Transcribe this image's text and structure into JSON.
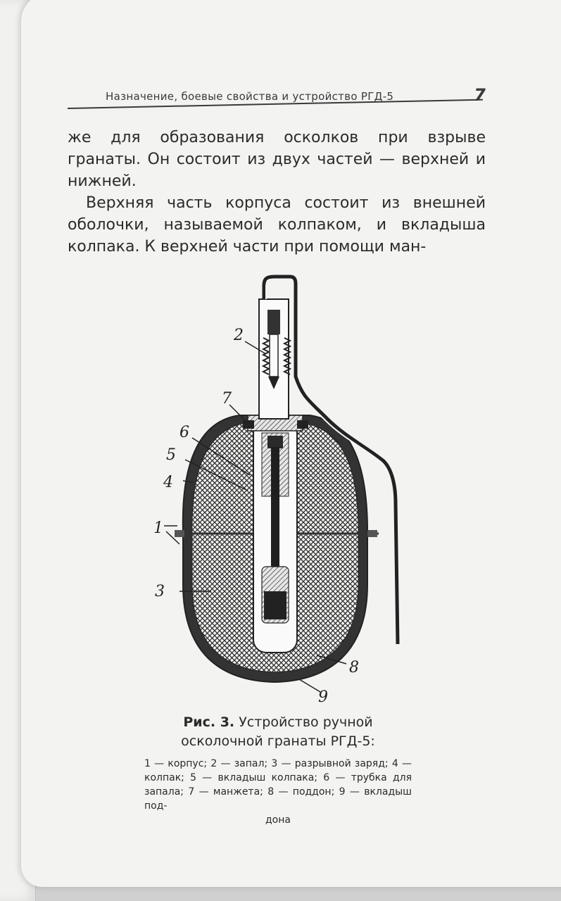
{
  "header": {
    "title": "Назначение, боевые свойства и устройство РГД-5",
    "page_number": "7"
  },
  "body": {
    "paragraph1": "же для образования осколков при взрыве гранаты. Он состоит из двух частей — верхней и нижней.",
    "paragraph2": "Верхняя часть корпуса состоит из внешней оболочки, называемой колпаком, и вкладыша колпака. К верхней части при помощи ман-"
  },
  "figure": {
    "labels": [
      "1",
      "2",
      "3",
      "4",
      "5",
      "6",
      "7",
      "8",
      "9"
    ]
  },
  "caption": {
    "prefix": "Рис. 3.",
    "title": "Устройство ручной осколочной гранаты РГД-5:",
    "legend": "1 — корпус; 2 — запал; 3 — разрывной заряд; 4 — колпак; 5 — вкладыш колпака; 6 — трубка для запала; 7 — манжета; 8 — поддон; 9 — вкладыш под-",
    "legend_end": "дона"
  }
}
